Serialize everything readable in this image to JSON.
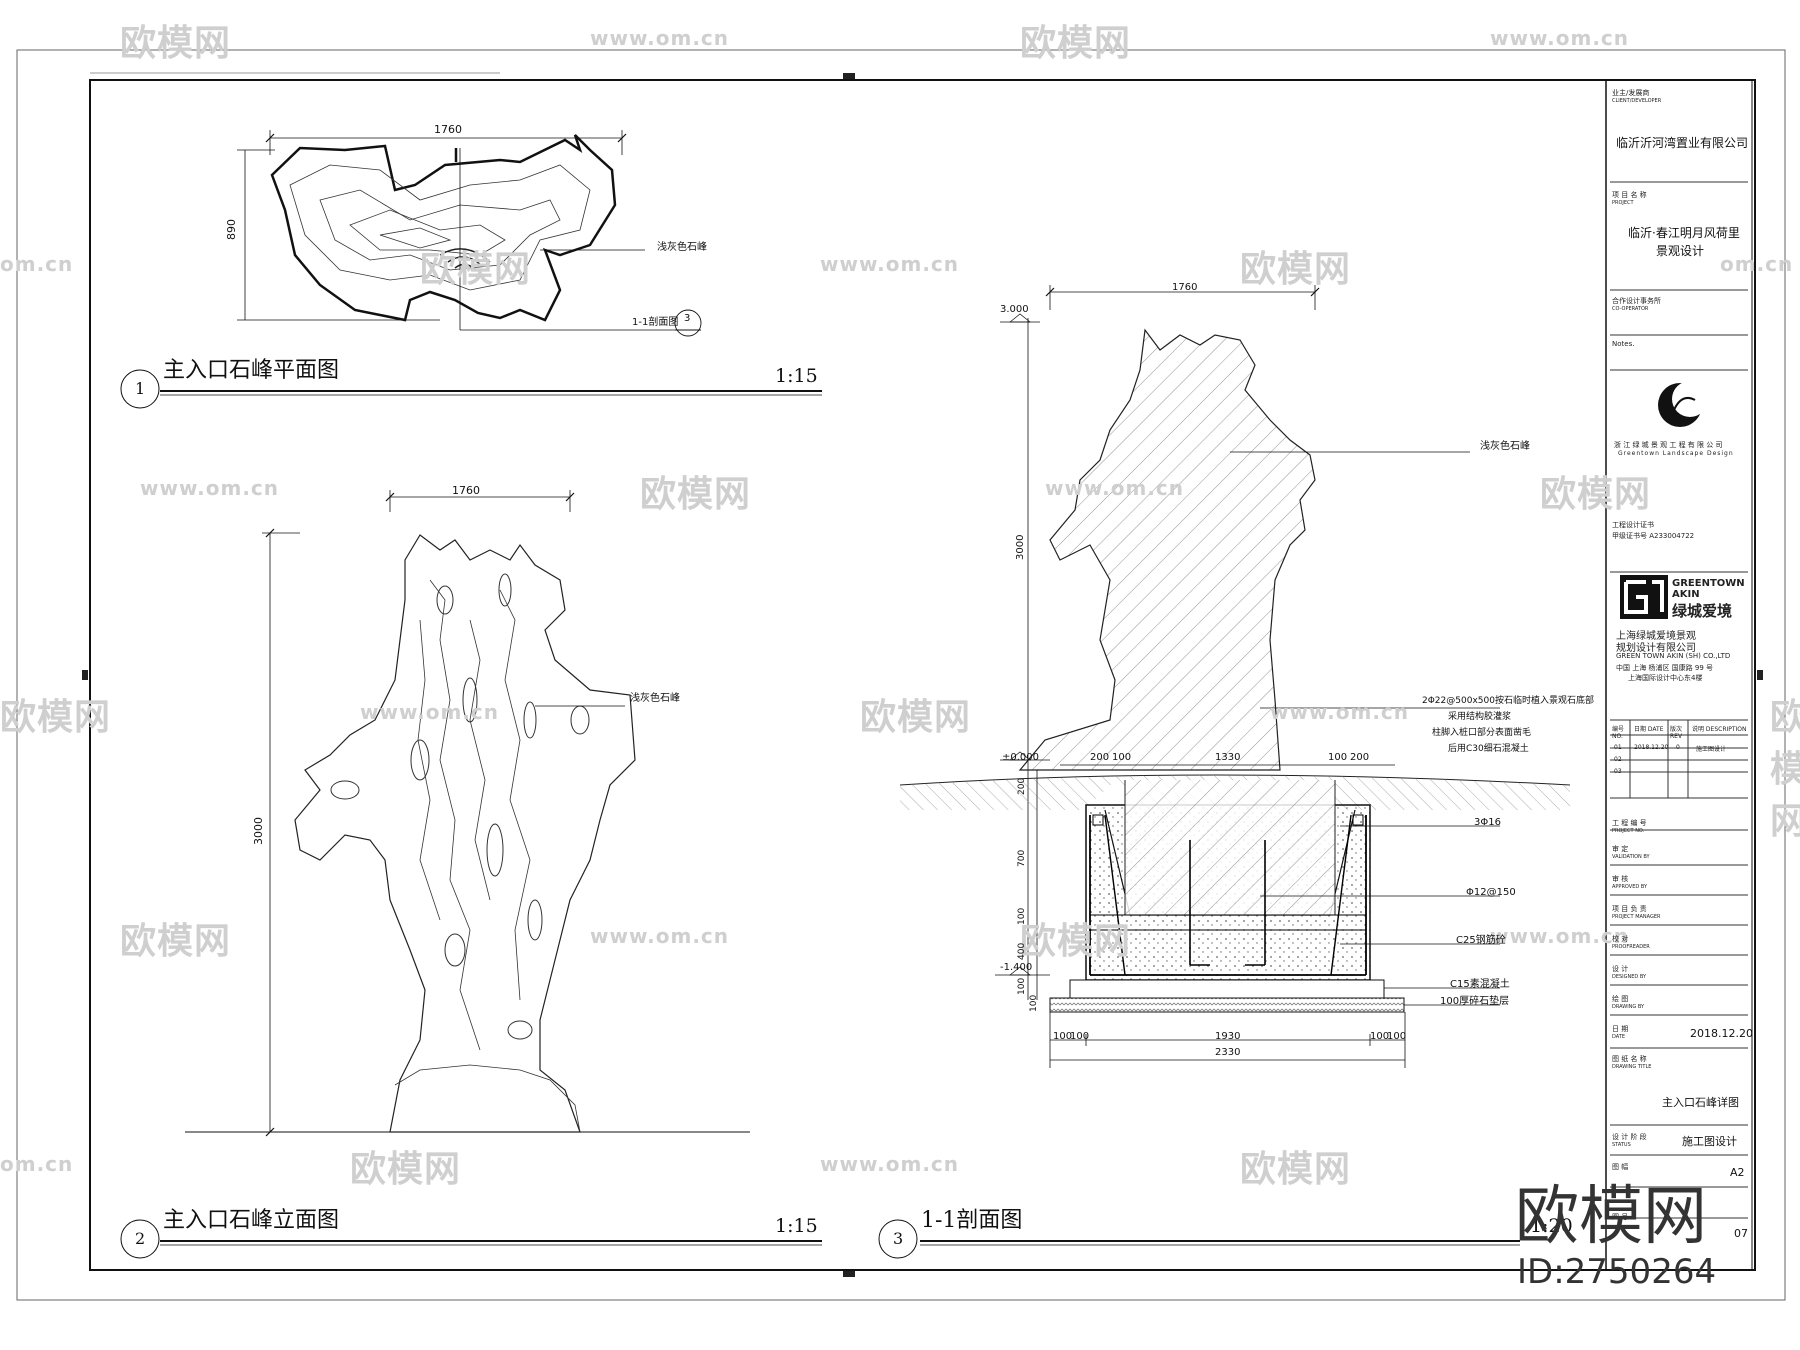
{
  "watermarks": {
    "brand": "欧模网",
    "site": "www.om.cn",
    "site_partial": "om.cn",
    "big_brand": "欧模网",
    "id": "ID:2750264"
  },
  "views": {
    "plan": {
      "number": "1",
      "title": "主入口石峰平面图",
      "scale": "1:15",
      "dim_width": "1760",
      "dim_height": "890",
      "callout": "浅灰色石峰",
      "section_mark": "1-1剖面图",
      "section_ref": "3"
    },
    "elevation": {
      "number": "2",
      "title": "主入口石峰立面图",
      "scale": "1:15",
      "dim_width": "1760",
      "dim_height": "3000",
      "callout": "浅灰色石峰"
    },
    "section": {
      "number": "3",
      "title": "1-1剖面图",
      "scale": "1:20",
      "dim_top": "1760",
      "dim_height": "3000",
      "elev_top": "3.000",
      "elev_ground": "±0.000",
      "elev_bottom": "-1.400",
      "dims_upper": [
        "200",
        "100",
        "1330",
        "100",
        "200"
      ],
      "dims_left": [
        "200",
        "700",
        "100",
        "400",
        "100",
        "100"
      ],
      "dims_lower": [
        "100",
        "100",
        "1930",
        "100",
        "100"
      ],
      "dim_total": "2330",
      "notes": [
        "浅灰色石峰",
        "2Φ22@500x500按石临时植入景观石底部",
        "采用结构胶灌浆",
        "柱脚入桩口部分表面凿毛",
        "后用C30细石混凝土",
        "3Φ16",
        "Φ12@150",
        "C25钢筋砼",
        "C15素混凝土",
        "100厚碎石垫层"
      ]
    }
  },
  "title_block": {
    "client_label": "业主/发展商",
    "client_label_en": "CLIENT/DEVELOPER",
    "client": "临沂沂河湾置业有限公司",
    "project_label": "项 目 名 称",
    "project_label_en": "PROJECT",
    "project_line1": "临沂·春江明月风荷里",
    "project_line2": "景观设计",
    "co_label": "合作设计事务所",
    "co_label_en": "CO-OPERATOR",
    "notes_label": "Notes.",
    "firm1_cn": "浙 江 绿 城 景 观 工 程 有 限 公 司",
    "firm1_en": "Greentown Landscape Design",
    "license_label": "工程设计证书",
    "license": "甲级证书号 A233004722",
    "brand_en1": "GREENTOWN",
    "brand_en2": "AKIN",
    "brand_cn": "绿城爱境",
    "firm2_line1": "上海绿城爱境景观",
    "firm2_line2": "规划设计有限公司",
    "firm2_en": "GREEN TOWN AKIN (SH) CO.,LTD",
    "firm2_addr1": "中国 上海 杨浦区 国康路 99 号",
    "firm2_addr2": "上海国际设计中心东4楼",
    "rev_head": [
      "编号 NO.",
      "日期 DATE",
      "版次 REV",
      "说明 DESCRIPTION"
    ],
    "rev_rows": [
      {
        "no": "01",
        "date": "2018.12.20",
        "rev": "0",
        "desc": "施工图设计"
      },
      {
        "no": "02",
        "date": "",
        "rev": "",
        "desc": ""
      },
      {
        "no": "03",
        "date": "",
        "rev": "",
        "desc": ""
      }
    ],
    "fields": [
      {
        "cn": "工 程 编 号",
        "en": "PROJECT NO."
      },
      {
        "cn": "审       定",
        "en": "VALIDATION BY"
      },
      {
        "cn": "审       核",
        "en": "APPROVED BY"
      },
      {
        "cn": "项 目 负 责",
        "en": "PROJECT MANAGER"
      },
      {
        "cn": "校       对",
        "en": "PROOFREADER"
      },
      {
        "cn": "设       计",
        "en": "DESIGNED BY"
      },
      {
        "cn": "绘       图",
        "en": "DRAWING BY"
      }
    ],
    "date_label": "日       期",
    "date_label_en": "DATE",
    "date": "2018.12.20",
    "drawing_title_label": "图 纸 名 称",
    "drawing_title_label_en": "DRAWING TITLE",
    "drawing_title": "主入口石峰详图",
    "status_label": "设 计 阶 段",
    "status_label_en": "STATUS",
    "status": "施工图设计",
    "size_label": "图       幅",
    "size": "A2",
    "sheet_label": "图       号",
    "sheet_no": "07"
  }
}
